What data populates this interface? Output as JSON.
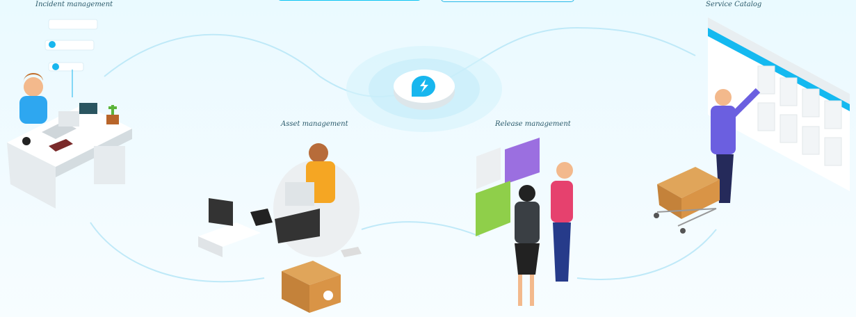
{
  "labels": {
    "incident": "Incident management",
    "asset": "Asset management",
    "release": "Release management",
    "catalog": "Service Catalog"
  },
  "hub": {
    "icon": "lightning-bolt-icon"
  },
  "colors": {
    "accent": "#0bbcf0",
    "background": "#eafaff",
    "curve": "#bfe9f8"
  }
}
